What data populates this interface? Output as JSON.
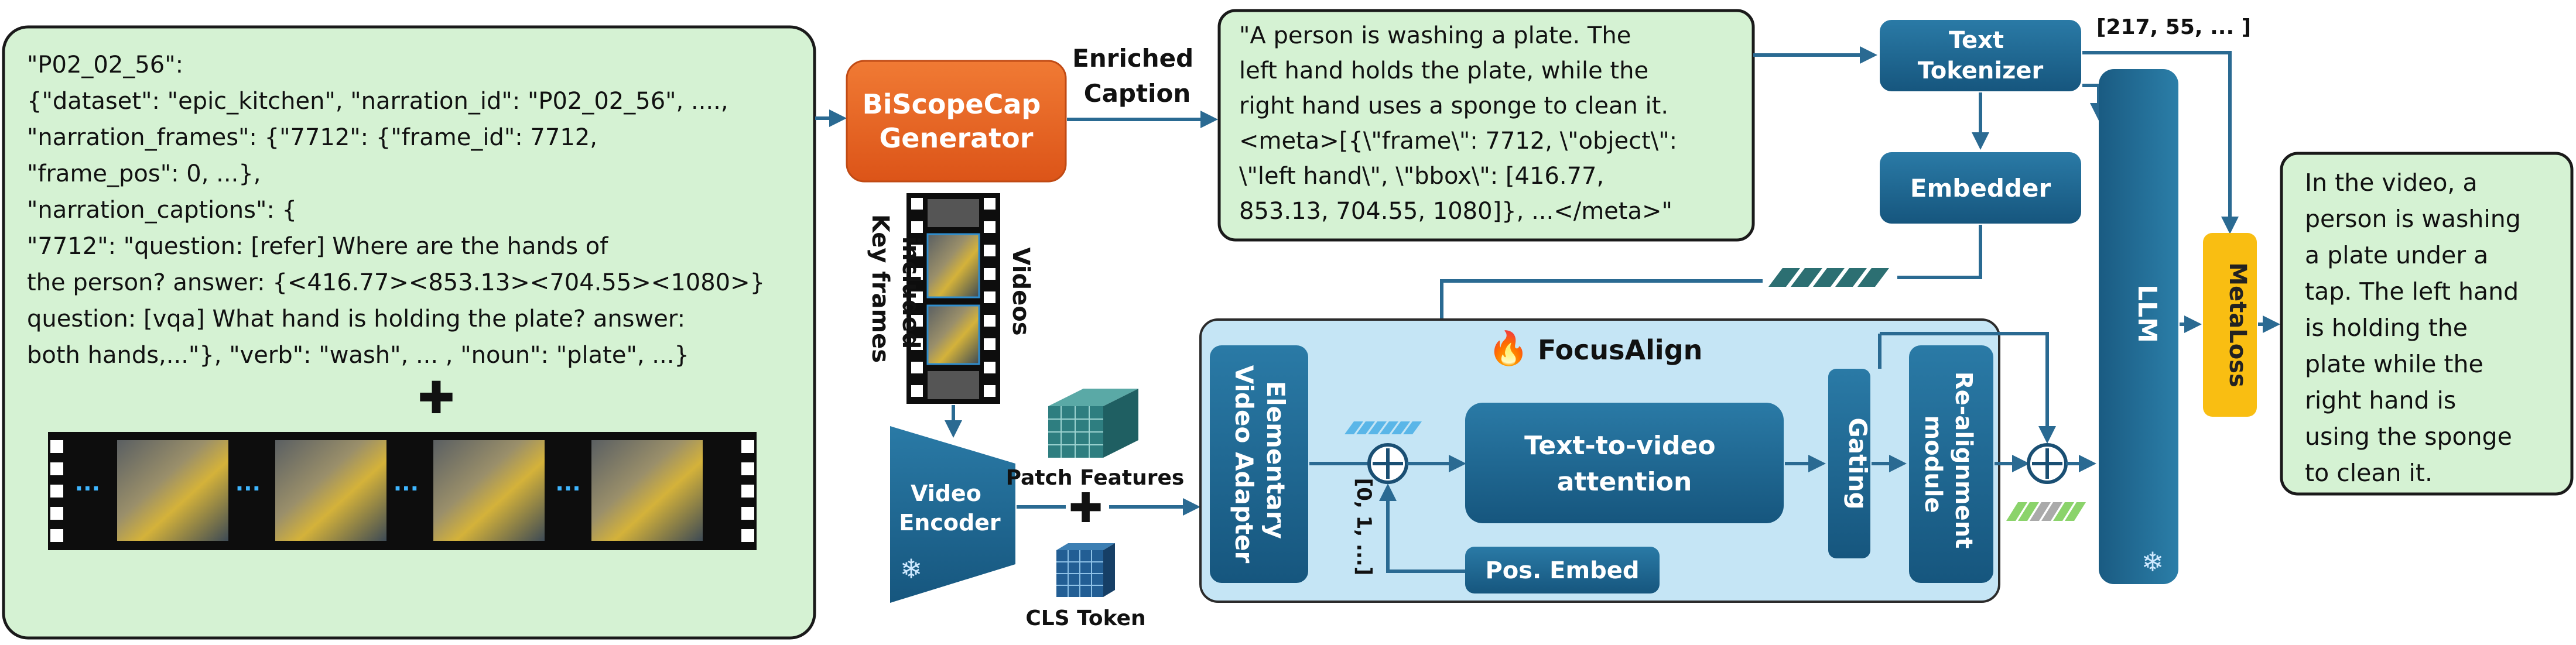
{
  "source_text": {
    "lines": [
      "\"P02_02_56\":",
      "{\"dataset\": \"epic_kitchen\", \"narration_id\": \"P02_02_56\", ....,",
      "\"narration_frames\": {\"7712\": {\"frame_id\": 7712,",
      "\"frame_pos\": 0, ...},",
      " \"narration_captions\": {",
      "          \"7712\": \"question: [refer] Where are the hands of",
      "the person? answer: {<416.77><853.13><704.55><1080>}",
      "question: [vqa] What hand is holding the plate? answer:",
      "both hands,...\"}, \"verb\": \"wash\", ... , \"noun\": \"plate\", ...}"
    ],
    "plus": "✚",
    "filmstrip_dots": [
      "...",
      "...",
      "...",
      "..."
    ]
  },
  "generator": {
    "lines": [
      "BiScopeCap",
      "Generator"
    ]
  },
  "enriched_caption_label": {
    "lines": [
      "Enriched",
      "Caption"
    ]
  },
  "video_strip": {
    "videos_label": "Videos",
    "keyframes_label": [
      "Key frames",
      "included"
    ]
  },
  "caption_text": {
    "lines": [
      "\"A person is washing a plate. The",
      "left hand holds the plate, while the",
      "right hand uses a sponge to clean it.",
      "<meta>[{\\\"frame\\\": 7712, \\\"object\\\":",
      "\\\"left hand\\\", \\\"bbox\\\": [416.77,",
      "853.13, 704.55, 1080]}, ...</meta>\""
    ]
  },
  "text_tokenizer": {
    "lines": [
      "Text",
      "Tokenizer"
    ]
  },
  "token_ids": "[217, 55, ... ]",
  "embedder": "Embedder",
  "video_encoder": {
    "lines": [
      "Video",
      "Encoder"
    ]
  },
  "patch_features_label": "Patch Features",
  "cls_token_label": "CLS Token",
  "focusalign": {
    "title": "FocusAlign",
    "fire_icon": "🔥"
  },
  "elementary_adapter": {
    "lines": [
      "Elementary",
      "Video Adapter"
    ]
  },
  "position_index_label": "[0, 1, ...]",
  "t2v_attention": {
    "lines": [
      "Text-to-video",
      "attention"
    ]
  },
  "gating": "Gating",
  "realignment": {
    "lines": [
      "Re-alignment",
      "module"
    ]
  },
  "pos_embed": "Pos. Embed",
  "llm": "LLM",
  "metaloss": "MetaLoss",
  "output_text": {
    "lines": [
      "In the video, a",
      "person is washing",
      "a plate under a",
      "tap. The left hand",
      "is holding the",
      "plate while the",
      "right hand is",
      "using the sponge",
      "to clean it."
    ]
  },
  "snowflake_icon": "❄",
  "colors": {
    "green_fill": "#d5f2d3",
    "dark_blue": "#1f5b80",
    "mid_blue": "#1c6f97",
    "orange": "#e8611f",
    "yellow": "#f9be12",
    "focus_fill": "#c5e5f5",
    "arrow": "#2a6a92"
  }
}
